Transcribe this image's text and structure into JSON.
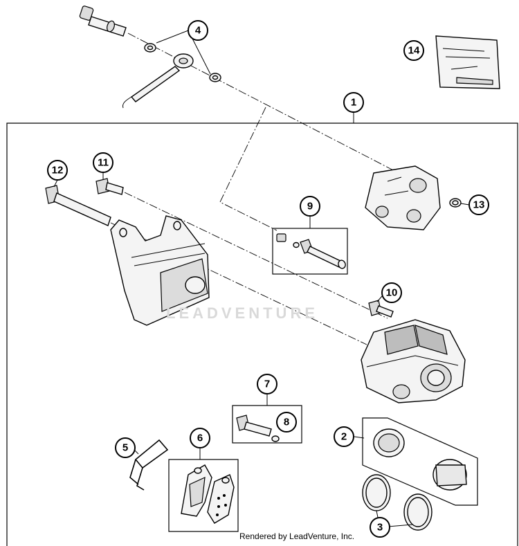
{
  "watermark": "LEADVENTURE",
  "credit": "Rendered by LeadVenture, Inc.",
  "callouts": [
    {
      "id": "1",
      "label": "1"
    },
    {
      "id": "2",
      "label": "2"
    },
    {
      "id": "3",
      "label": "3"
    },
    {
      "id": "4",
      "label": "4"
    },
    {
      "id": "5",
      "label": "5"
    },
    {
      "id": "6",
      "label": "6"
    },
    {
      "id": "7",
      "label": "7"
    },
    {
      "id": "8",
      "label": "8"
    },
    {
      "id": "9",
      "label": "9"
    },
    {
      "id": "10",
      "label": "10"
    },
    {
      "id": "11",
      "label": "11"
    },
    {
      "id": "12",
      "label": "12"
    },
    {
      "id": "13",
      "label": "13"
    },
    {
      "id": "14",
      "label": "14"
    }
  ]
}
